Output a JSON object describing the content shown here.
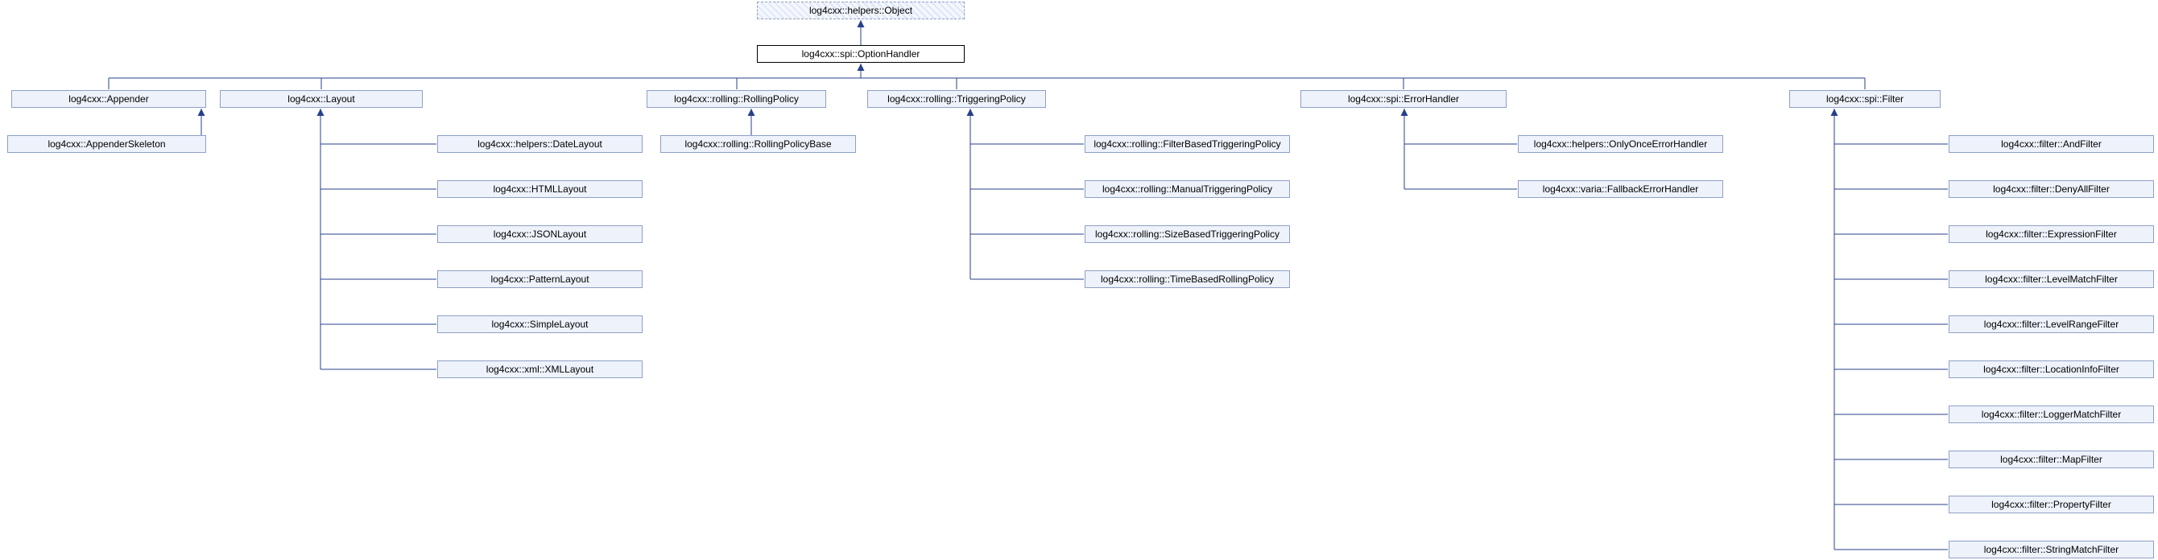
{
  "diagram": {
    "root": "log4cxx::helpers::Object",
    "handler": "log4cxx::spi::OptionHandler",
    "appender": {
      "label": "log4cxx::Appender",
      "children": [
        "log4cxx::AppenderSkeleton"
      ]
    },
    "layout": {
      "label": "log4cxx::Layout",
      "children": [
        "log4cxx::helpers::DateLayout",
        "log4cxx::HTMLLayout",
        "log4cxx::JSONLayout",
        "log4cxx::PatternLayout",
        "log4cxx::SimpleLayout",
        "log4cxx::xml::XMLLayout"
      ]
    },
    "rolling_policy": {
      "label": "log4cxx::rolling::RollingPolicy",
      "children": [
        "log4cxx::rolling::RollingPolicyBase"
      ]
    },
    "triggering_policy": {
      "label": "log4cxx::rolling::TriggeringPolicy",
      "children": [
        "log4cxx::rolling::FilterBasedTriggeringPolicy",
        "log4cxx::rolling::ManualTriggeringPolicy",
        "log4cxx::rolling::SizeBasedTriggeringPolicy",
        "log4cxx::rolling::TimeBasedRollingPolicy"
      ]
    },
    "error_handler": {
      "label": "log4cxx::spi::ErrorHandler",
      "children": [
        "log4cxx::helpers::OnlyOnceErrorHandler",
        "log4cxx::varia::FallbackErrorHandler"
      ]
    },
    "filter": {
      "label": "log4cxx::spi::Filter",
      "children": [
        "log4cxx::filter::AndFilter",
        "log4cxx::filter::DenyAllFilter",
        "log4cxx::filter::ExpressionFilter",
        "log4cxx::filter::LevelMatchFilter",
        "log4cxx::filter::LevelRangeFilter",
        "log4cxx::filter::LocationInfoFilter",
        "log4cxx::filter::LoggerMatchFilter",
        "log4cxx::filter::MapFilter",
        "log4cxx::filter::PropertyFilter",
        "log4cxx::filter::StringMatchFilter"
      ]
    }
  },
  "colors": {
    "node_fill": "#eef2fb",
    "node_border": "#8ea0c6",
    "edge": "#27408b",
    "focus_border": "#000000"
  }
}
